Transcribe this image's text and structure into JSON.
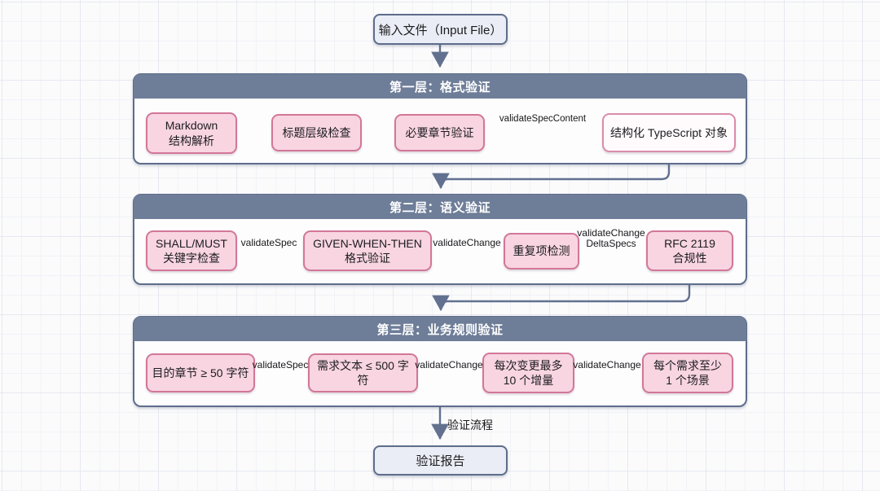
{
  "diagram": {
    "input_node": {
      "label": "输入文件（Input File）"
    },
    "layers": [
      {
        "title": "第一层：格式验证",
        "nodes": [
          {
            "label": "Markdown\n结构解析"
          },
          {
            "label": "标题层级检查"
          },
          {
            "label": "必要章节验证"
          },
          {
            "label": "结构化 TypeScript 对象"
          }
        ],
        "edge_labels": [
          "",
          "",
          "validateSpecContent"
        ]
      },
      {
        "title": "第二层：语义验证",
        "nodes": [
          {
            "label": "SHALL/MUST\n关键字检查"
          },
          {
            "label": "GIVEN-WHEN-THEN\n格式验证"
          },
          {
            "label": "重复项检测"
          },
          {
            "label": "RFC 2119\n合规性"
          }
        ],
        "edge_labels": [
          "validateSpec",
          "validateChange",
          "validateChange\nDeltaSpecs"
        ]
      },
      {
        "title": "第三层：业务规则验证",
        "nodes": [
          {
            "label": "目的章节 ≥ 50 字符"
          },
          {
            "label": "需求文本 ≤ 500 字符"
          },
          {
            "label": "每次变更最多\n10 个增量"
          },
          {
            "label": "每个需求至少\n1 个场景"
          }
        ],
        "edge_labels": [
          "validateSpec",
          "validateChange",
          "validateChange"
        ]
      }
    ],
    "final_edge_label": "验证流程",
    "output_node": {
      "label": "验证报告"
    }
  },
  "colors": {
    "header_bg": "#6e7d98",
    "container_border": "#5d6d8b",
    "pink_fill": "#f8d5e1",
    "pink_border": "#d27798",
    "io_fill": "#eaedf5",
    "arrow": "#62718f"
  }
}
